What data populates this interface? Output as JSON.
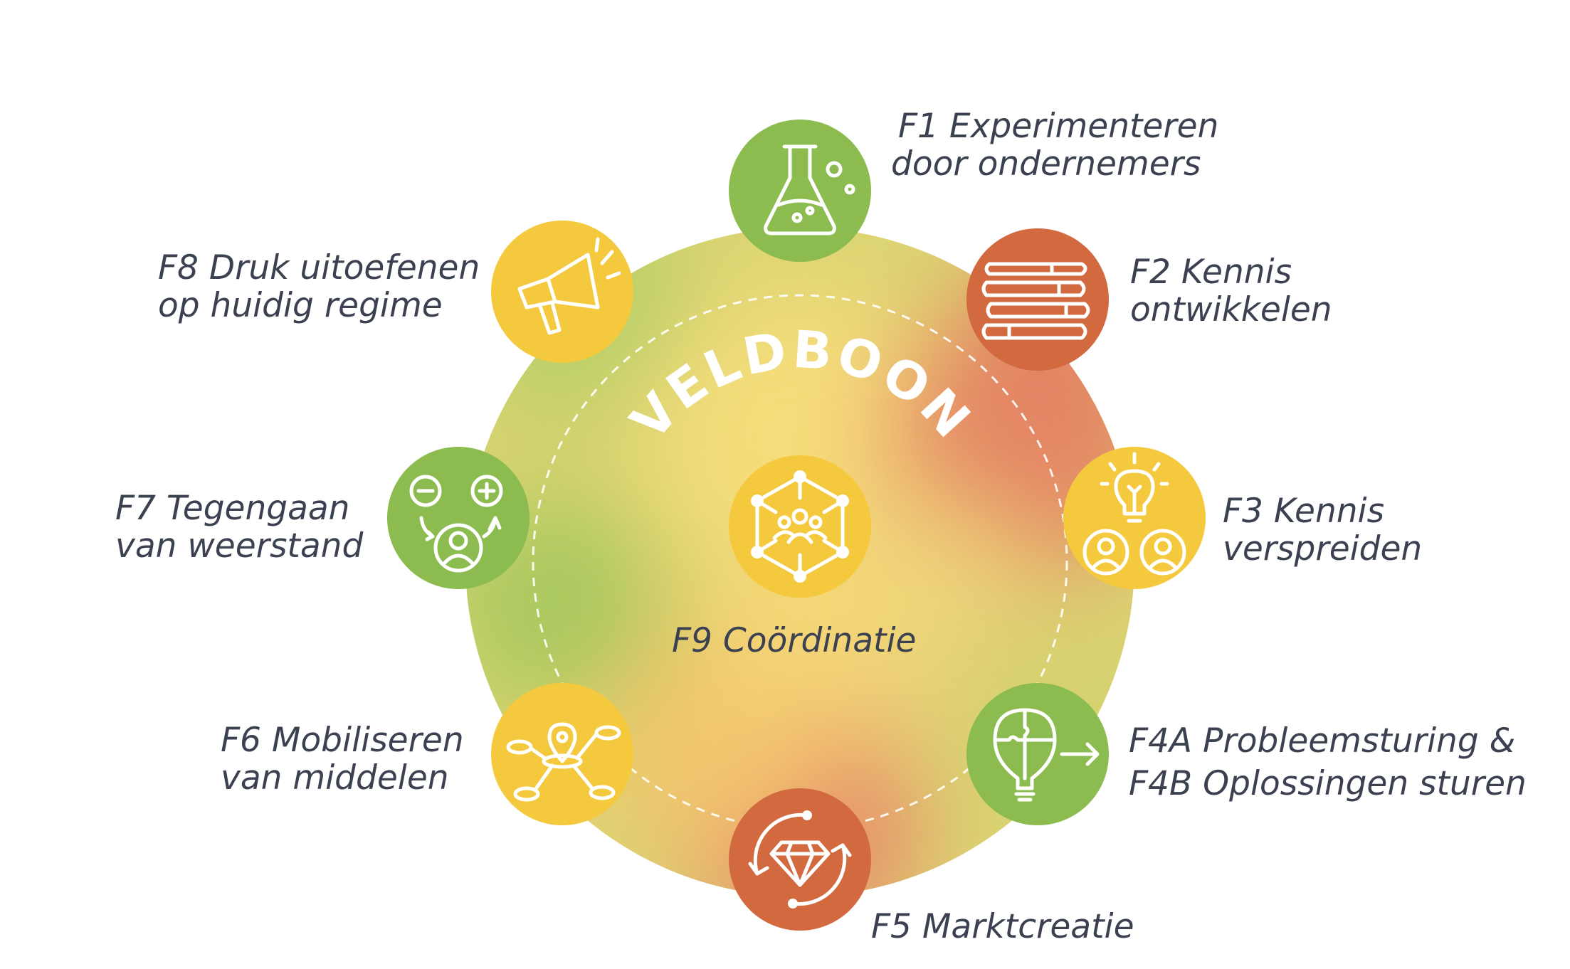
{
  "title": "VELDBOON",
  "colors": {
    "green": "#8cbc4f",
    "orange": "#d2693f",
    "yellow": "#f5c93d",
    "label_text": "#3b4150"
  },
  "nodes": [
    {
      "id": "f1",
      "icon": "flask-icon",
      "color": "green",
      "lines": [
        "F1 Experimenteren",
        "door ondernemers"
      ]
    },
    {
      "id": "f2",
      "icon": "books-icon",
      "color": "orange",
      "lines": [
        "F2 Kennis",
        "ontwikkelen"
      ]
    },
    {
      "id": "f3",
      "icon": "lightbulb-people-icon",
      "color": "yellow",
      "lines": [
        "F3 Kennis",
        "verspreiden"
      ]
    },
    {
      "id": "f4",
      "icon": "puzzle-lightbulb-arrow-icon",
      "color": "green",
      "lines": [
        "F4A Probleemsturing &",
        "F4B Oplossingen sturen"
      ]
    },
    {
      "id": "f5",
      "icon": "diamond-cycle-icon",
      "color": "orange",
      "lines": [
        "F5 Marktcreatie"
      ]
    },
    {
      "id": "f6",
      "icon": "network-pin-icon",
      "color": "yellow",
      "lines": [
        "F6 Mobiliseren",
        "van middelen"
      ]
    },
    {
      "id": "f7",
      "icon": "minus-plus-person-icon",
      "color": "green",
      "lines": [
        "F7 Tegengaan",
        "van weerstand"
      ]
    },
    {
      "id": "f8",
      "icon": "megaphone-icon",
      "color": "yellow",
      "lines": [
        "F8 Druk uitoefenen",
        "op huidig regime"
      ]
    },
    {
      "id": "f9",
      "icon": "group-network-icon",
      "color": "yellow",
      "lines": [
        "F9 Coördinatie"
      ]
    }
  ]
}
